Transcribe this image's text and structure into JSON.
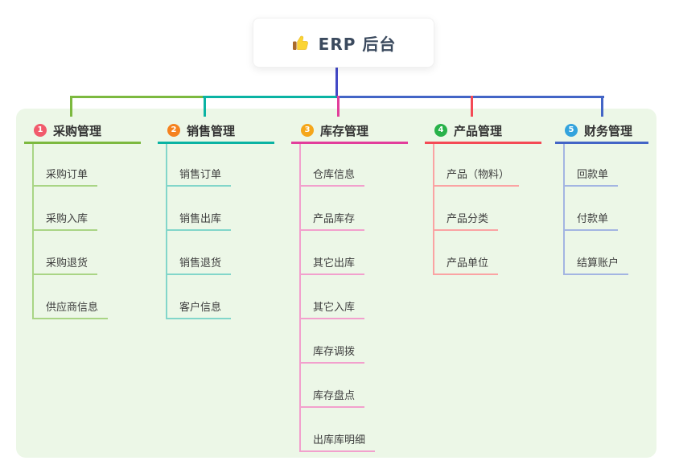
{
  "root": {
    "label": "ERP 后台",
    "icon": "thumbs-up-icon"
  },
  "colors": {
    "page_bg": "#ffffff",
    "panel_bg": "#ecf7e7",
    "root_card_bg": "#ffffff",
    "root_text": "#3b4a5e",
    "root_stem": "#4349c6",
    "node_text": "#3d3d3d",
    "thumb_hand": "#fbd433",
    "thumb_cuff": "#aa6a2a"
  },
  "branches": [
    {
      "index": "1",
      "label": "采购管理",
      "badge_color": "#f15b6c",
      "line_color": "#7cb93f",
      "child_line_color": "#a9d585",
      "children": [
        "采购订单",
        "采购入库",
        "采购退货",
        "供应商信息"
      ]
    },
    {
      "index": "2",
      "label": "销售管理",
      "badge_color": "#f5821f",
      "line_color": "#0ab3a3",
      "child_line_color": "#82d6ca",
      "children": [
        "销售订单",
        "销售出库",
        "销售退货",
        "客户信息"
      ]
    },
    {
      "index": "3",
      "label": "库存管理",
      "badge_color": "#f5a61a",
      "line_color": "#e23e9b",
      "child_line_color": "#f2a0cd",
      "children": [
        "仓库信息",
        "产品库存",
        "其它出库",
        "其它入库",
        "库存调拨",
        "库存盘点",
        "出库库明细"
      ]
    },
    {
      "index": "4",
      "label": "产品管理",
      "badge_color": "#29b24a",
      "line_color": "#f44a55",
      "child_line_color": "#fba3a3",
      "children": [
        "产品（物料）",
        "产品分类",
        "产品单位"
      ]
    },
    {
      "index": "5",
      "label": "财务管理",
      "badge_color": "#33a3dd",
      "line_color": "#4365c6",
      "child_line_color": "#a3b5e2",
      "children": [
        "回款单",
        "付款单",
        "结算账户"
      ]
    }
  ]
}
